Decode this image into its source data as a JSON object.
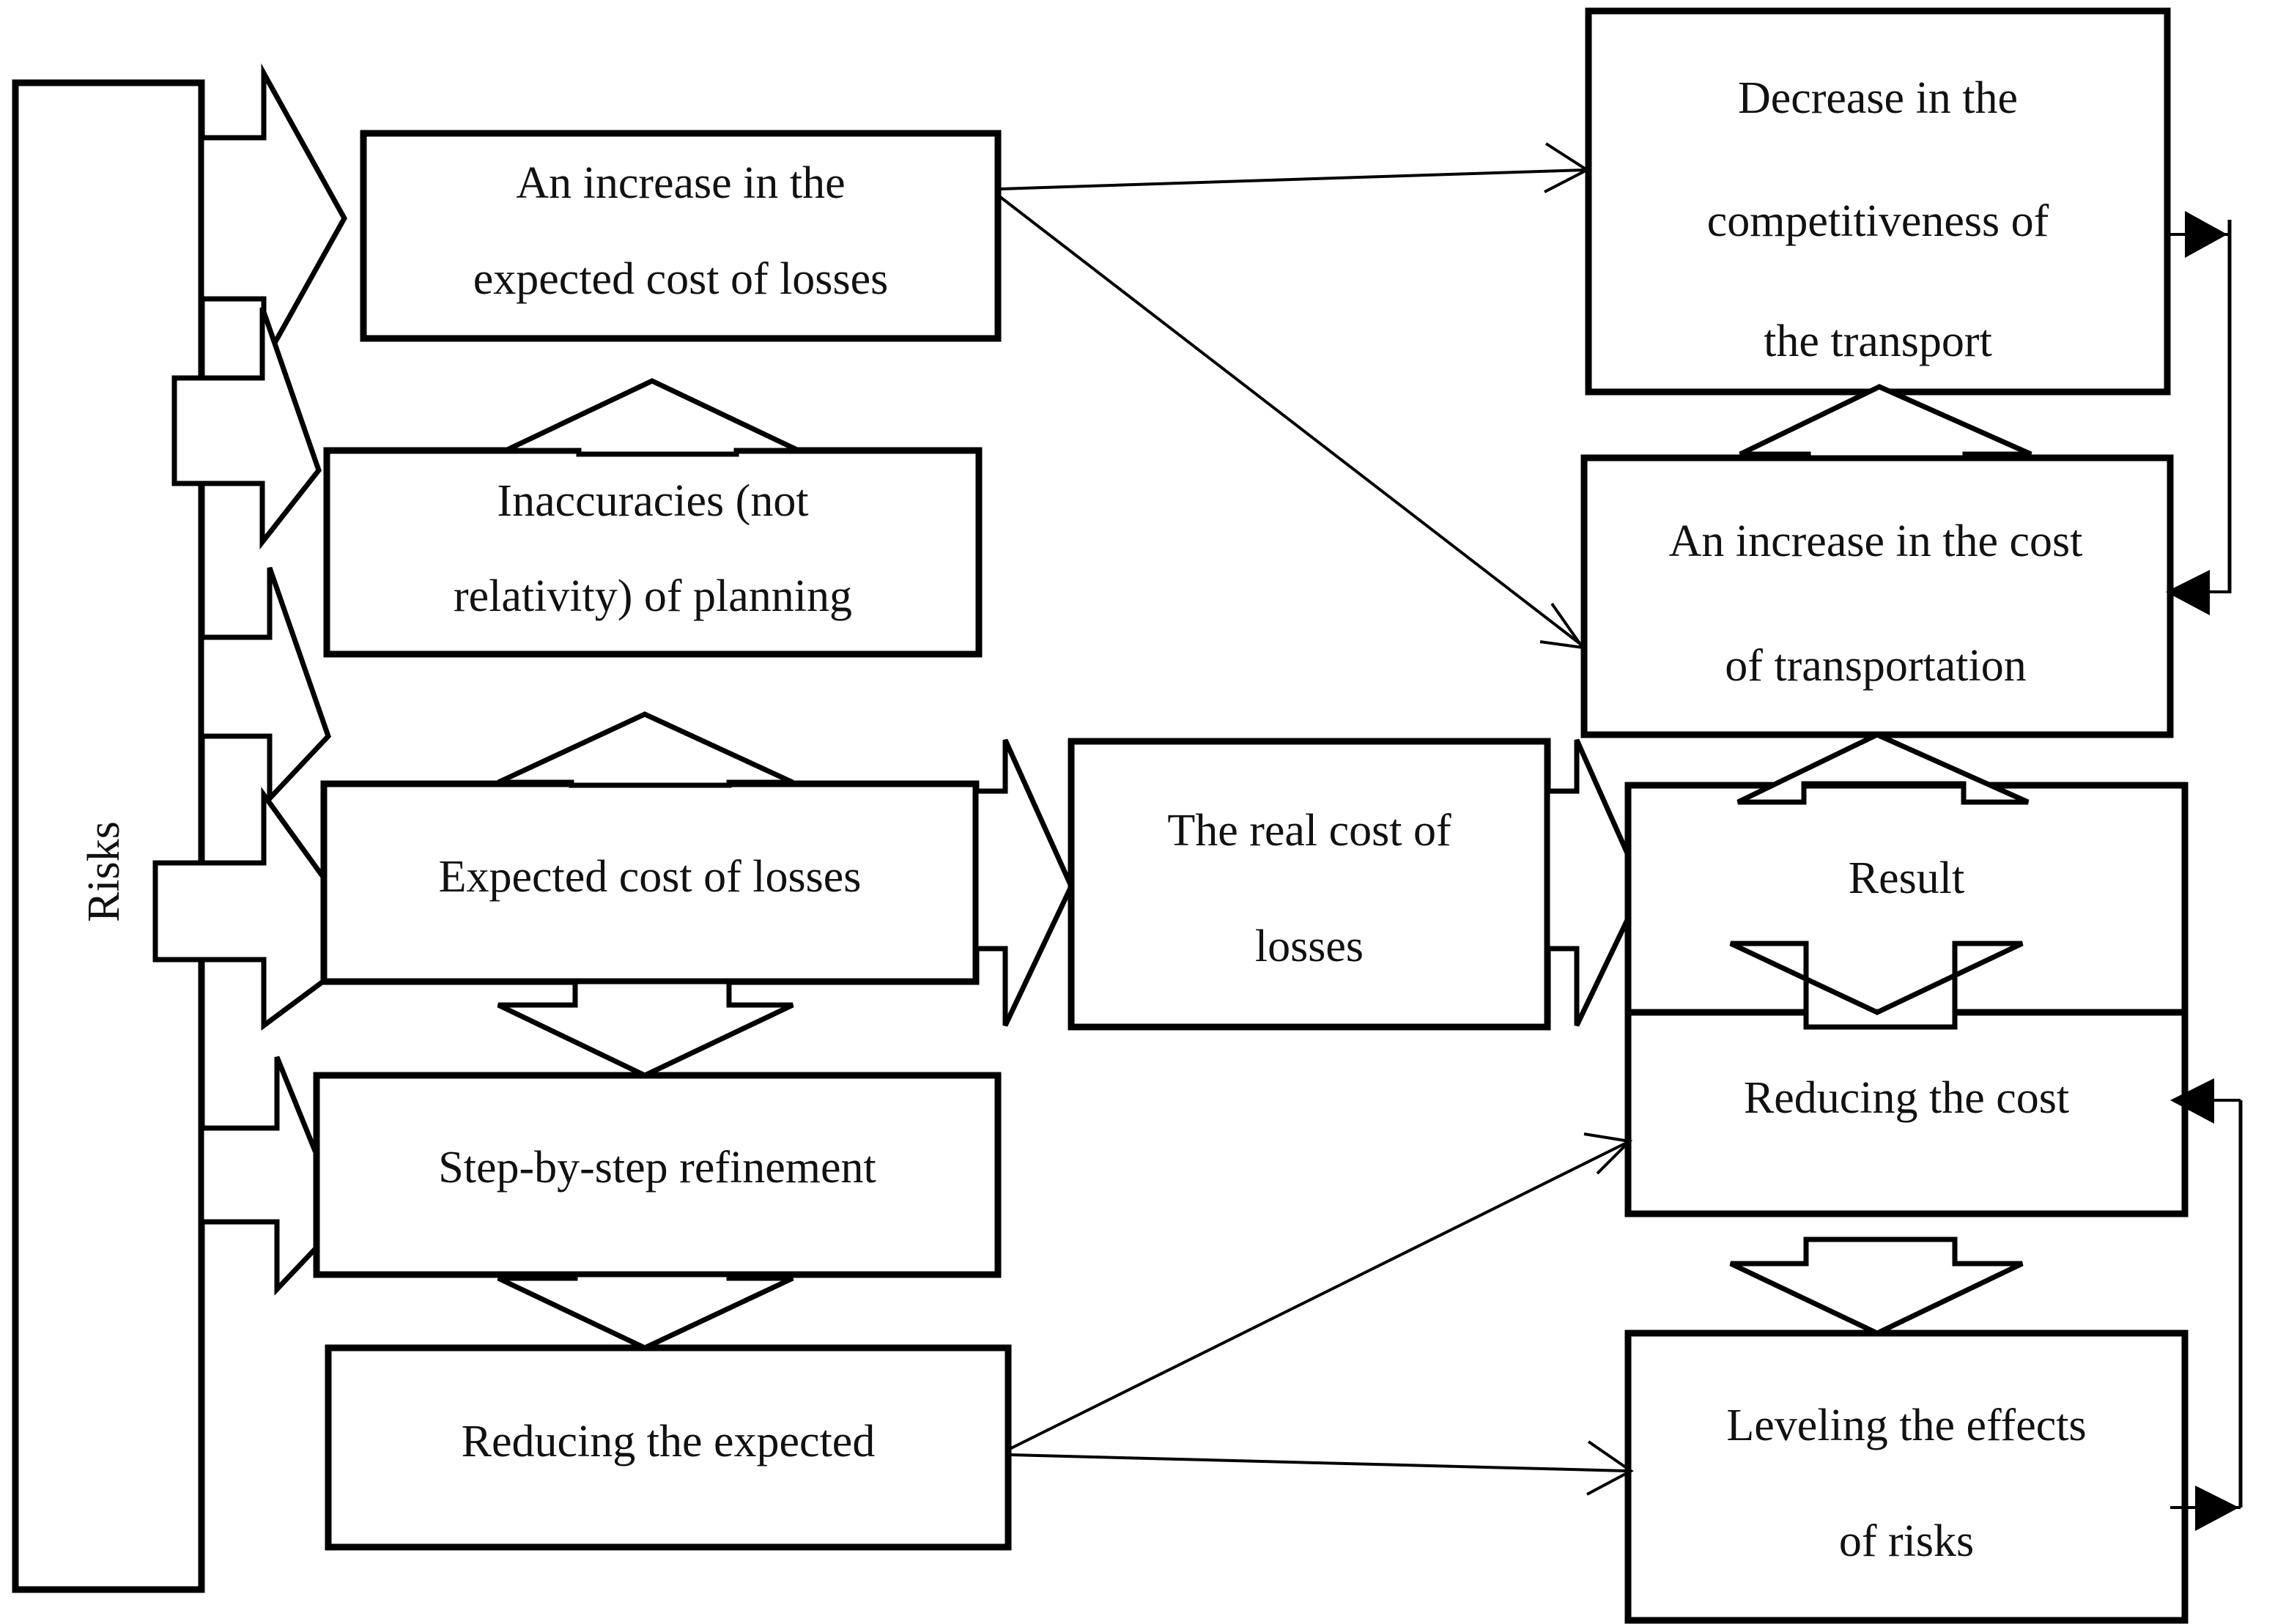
{
  "diagram": {
    "title_visible": false,
    "stroke_color": "#000000",
    "fill_color": "#ffffff",
    "nodes": {
      "risks": {
        "label": "Risks",
        "orientation": "vertical"
      },
      "increase_expected_cost": {
        "line1": "An increase in the",
        "line2": "expected cost of losses"
      },
      "inaccuracies": {
        "line1": "Inaccuracies (not",
        "line2": "relativity) of planning"
      },
      "expected_cost": {
        "line1": "Expected cost of losses",
        "line2": ""
      },
      "step_refinement": {
        "line1": "Step-by-step refinement",
        "line2": ""
      },
      "reducing_expected": {
        "line1": "Reducing the expected",
        "line2": ""
      },
      "real_cost": {
        "line1": "The real cost of",
        "line2": "losses"
      },
      "decrease_competitiveness": {
        "line1": "Decrease in the",
        "line2": "competitiveness of",
        "line3": "the transport"
      },
      "increase_transport_cost": {
        "line1": "An increase in the cost",
        "line2": "of transportation"
      },
      "result": {
        "line1": "Result",
        "line2": ""
      },
      "reducing_cost": {
        "line1": "Reducing the cost",
        "line2": ""
      },
      "leveling_effects": {
        "line1": "Leveling the effects",
        "line2": "of risks"
      }
    },
    "edges": [
      {
        "from": "risks",
        "to": "increase_expected_cost",
        "style": "block-arrow-right"
      },
      {
        "from": "risks",
        "to": "inaccuracies",
        "style": "block-arrow-right"
      },
      {
        "from": "risks",
        "to": "expected_cost",
        "style": "block-arrow-right"
      },
      {
        "from": "risks",
        "to": "step_refinement",
        "style": "block-arrow-right"
      },
      {
        "from": "risks",
        "to": "reducing_expected",
        "style": "block-arrow-right"
      },
      {
        "from": "inaccuracies",
        "to": "increase_expected_cost",
        "style": "block-arrow-up"
      },
      {
        "from": "expected_cost",
        "to": "inaccuracies",
        "style": "block-arrow-up"
      },
      {
        "from": "expected_cost",
        "to": "step_refinement",
        "style": "block-arrow-down"
      },
      {
        "from": "step_refinement",
        "to": "reducing_expected",
        "style": "block-arrow-down"
      },
      {
        "from": "expected_cost",
        "to": "real_cost",
        "style": "block-arrow-right"
      },
      {
        "from": "real_cost",
        "to": "result",
        "style": "block-arrow-right"
      },
      {
        "from": "result",
        "to": "increase_transport_cost",
        "style": "block-arrow-up"
      },
      {
        "from": "increase_transport_cost",
        "to": "decrease_competitiveness",
        "style": "block-arrow-up"
      },
      {
        "from": "result",
        "to": "reducing_cost",
        "style": "block-arrow-down"
      },
      {
        "from": "reducing_cost",
        "to": "leveling_effects",
        "style": "block-arrow-down"
      },
      {
        "from": "increase_expected_cost",
        "to": "decrease_competitiveness",
        "style": "thin-arrow"
      },
      {
        "from": "increase_expected_cost",
        "to": "increase_transport_cost",
        "style": "thin-arrow"
      },
      {
        "from": "reducing_expected",
        "to": "reducing_cost",
        "style": "thin-arrow"
      },
      {
        "from": "reducing_expected",
        "to": "leveling_effects",
        "style": "thin-arrow"
      },
      {
        "from": "decrease_competitiveness",
        "to": "increase_transport_cost",
        "style": "feedback-loop-right"
      },
      {
        "from": "leveling_effects",
        "to": "reducing_cost",
        "style": "feedback-loop-right"
      }
    ]
  }
}
